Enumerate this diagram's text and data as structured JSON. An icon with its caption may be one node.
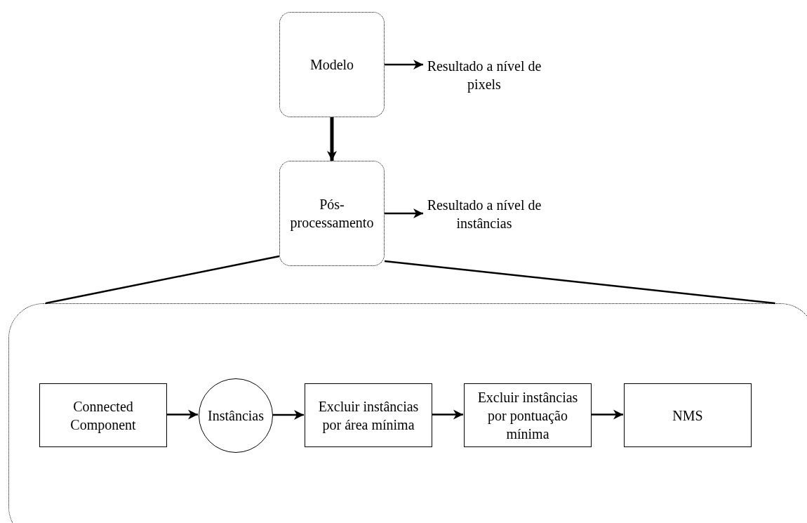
{
  "diagram": {
    "nodes": [
      {
        "text": [
          "Modelo"
        ]
      },
      {
        "text": [
          "Resultado a nível de pixels"
        ]
      },
      {
        "text": [
          "Pós- processamento"
        ]
      },
      {
        "text": [
          "Resultado a nível de instâncias"
        ]
      },
      {
        "text": [],
        "shape": "box"
      },
      {
        "text": [
          "Connected Component"
        ],
        "in": 4
      },
      {
        "text": [
          "Instâncias"
        ],
        "in": 4
      },
      {
        "text": [
          "Excluir instâncias por área mínima"
        ],
        "in": 4
      },
      {
        "text": [
          "Excluir instâncias por pontuação mínima"
        ],
        "in": 4
      },
      {
        "text": [
          "NMS"
        ],
        "in": 4
      }
    ],
    "edges": [
      {
        "from": 0,
        "to": 1,
        "arrow": "to"
      },
      {
        "from": 0,
        "to": 2,
        "arrow": "to",
        "style": "thick"
      },
      {
        "from": 2,
        "to": 3,
        "arrow": "to"
      },
      {
        "from": 2,
        "to": 4,
        "arrow": "none"
      },
      {
        "from": 2,
        "to": 4,
        "arrow": "none"
      },
      {
        "from": 5,
        "to": 6,
        "arrow": "to"
      },
      {
        "from": 6,
        "to": 7,
        "arrow": "to"
      },
      {
        "from": 7,
        "to": 8,
        "arrow": "to"
      },
      {
        "from": 8,
        "to": 9,
        "arrow": "to"
      }
    ]
  }
}
